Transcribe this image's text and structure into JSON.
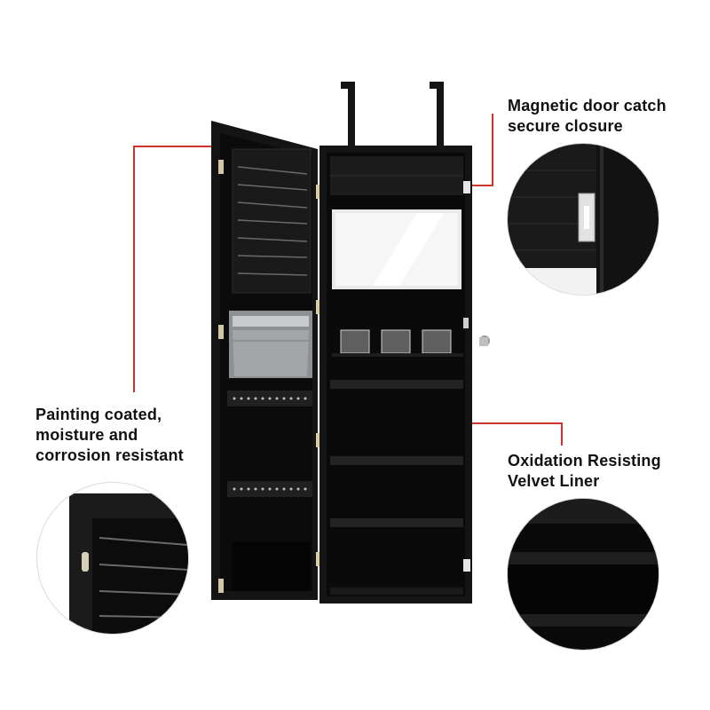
{
  "callouts": {
    "magnetic": {
      "line1": "Magnetic door catch",
      "line2": "secure closure"
    },
    "painting": {
      "line1": "Painting coated,",
      "line2": "moisture and",
      "line3": "corrosion resistant"
    },
    "velvet": {
      "line1": "Oxidation Resisting",
      "line2": "Velvet Liner"
    }
  },
  "colors": {
    "accent": "#d0322e",
    "cabinet": "#111111",
    "text": "#111111"
  },
  "icons": [
    "hanger-hooks",
    "mirror",
    "magnetic-catch",
    "lock",
    "hinge",
    "pouch",
    "earring-bar"
  ]
}
